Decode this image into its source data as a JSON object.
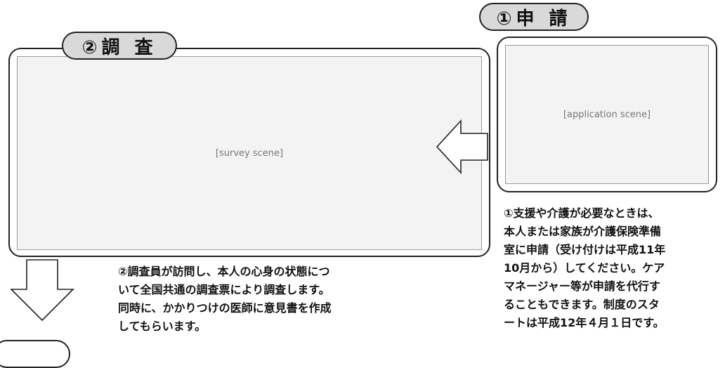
{
  "steps": {
    "survey": {
      "title": "②調 査",
      "caption_lines": [
        "②調査員が訪問し、本人の心身の状態につ",
        "いて全国共通の調査票により調査します。",
        "同時に、かかりつけの医師に意見書を作成",
        "してもらいます。"
      ]
    },
    "apply": {
      "title": "①申 請",
      "caption_lines": [
        "①支援や介護が必要なときは、",
        "本人または家族が介護保険準備",
        "室に申請（受け付けは平成11年",
        "10月から）してください。ケア",
        "マネージャー等が申請を代行す",
        "ることもできます。制度のスタ",
        "ートは平成12年４月１日です。"
      ]
    }
  },
  "colors": {
    "title_pill_fill": "#d9d9d9",
    "line": "#222222"
  }
}
